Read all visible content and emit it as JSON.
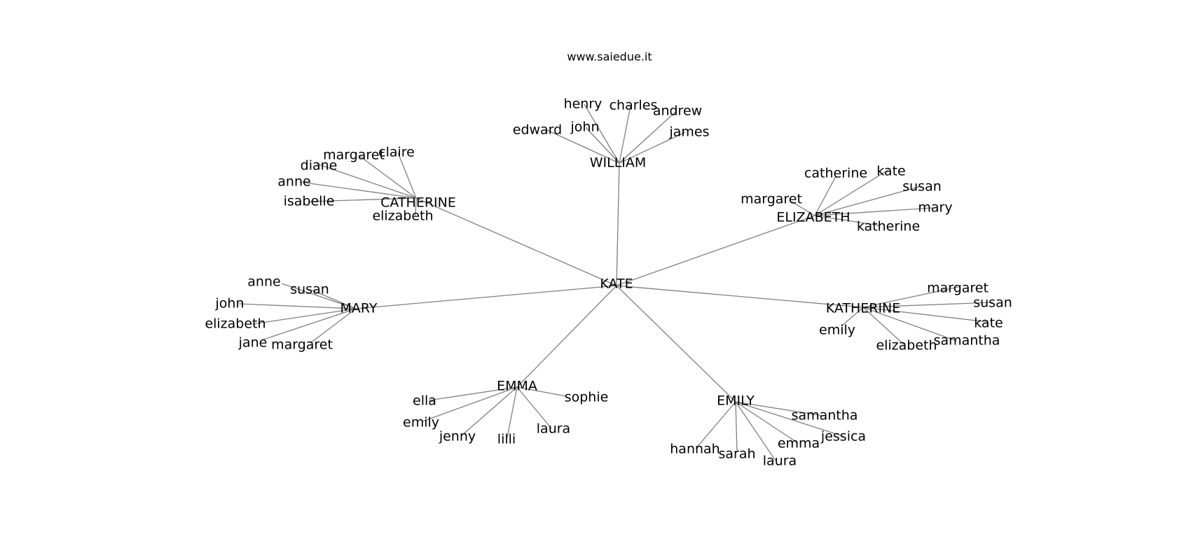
{
  "watermark": "www.saiedue.it",
  "root": "KATE",
  "groups": [
    {
      "name": "WILLIAM",
      "children": [
        "henry",
        "charles",
        "andrew",
        "john",
        "edward",
        "james"
      ]
    },
    {
      "name": "CATHERINE",
      "children": [
        "margaret",
        "claire",
        "diane",
        "anne",
        "isabelle",
        "elizabeth"
      ]
    },
    {
      "name": "ELIZABETH",
      "children": [
        "catherine",
        "kate",
        "susan",
        "margaret",
        "mary",
        "katherine"
      ]
    },
    {
      "name": "MARY",
      "children": [
        "anne",
        "susan",
        "john",
        "elizabeth",
        "jane",
        "margaret"
      ]
    },
    {
      "name": "KATHERINE",
      "children": [
        "margaret",
        "susan",
        "kate",
        "emily",
        "elizabeth",
        "samantha"
      ]
    },
    {
      "name": "EMMA",
      "children": [
        "ella",
        "sophie",
        "emily",
        "jenny",
        "lilli",
        "laura"
      ]
    },
    {
      "name": "EMILY",
      "children": [
        "samantha",
        "jessica",
        "emma",
        "hannah",
        "sarah",
        "laura"
      ]
    }
  ]
}
